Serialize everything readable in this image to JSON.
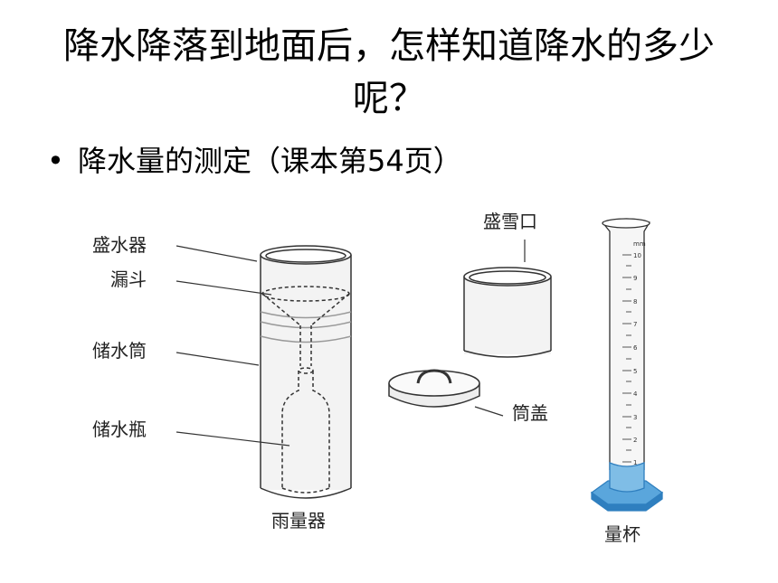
{
  "slide": {
    "title": "降水降落到地面后，怎样知道降水的多少呢？",
    "bullet": "降水量的测定（课本第54页）"
  },
  "figure": {
    "labels": {
      "container": "盛水器",
      "funnel": "漏斗",
      "storage_tube": "储水筒",
      "storage_bottle": "储水瓶",
      "rain_gauge": "雨量器",
      "snow_opening": "盛雪口",
      "tube_cover": "筒盖",
      "measuring_cup": "量杯"
    },
    "cylinder_scale": {
      "unit": "mm",
      "ticks": [
        "10",
        "9",
        "8",
        "7",
        "6",
        "5",
        "4",
        "3",
        "2",
        "1"
      ]
    },
    "colors": {
      "cup_base": "#5aa6dc",
      "cup_base_dark": "#2f7fbf",
      "line": "#333333"
    }
  }
}
